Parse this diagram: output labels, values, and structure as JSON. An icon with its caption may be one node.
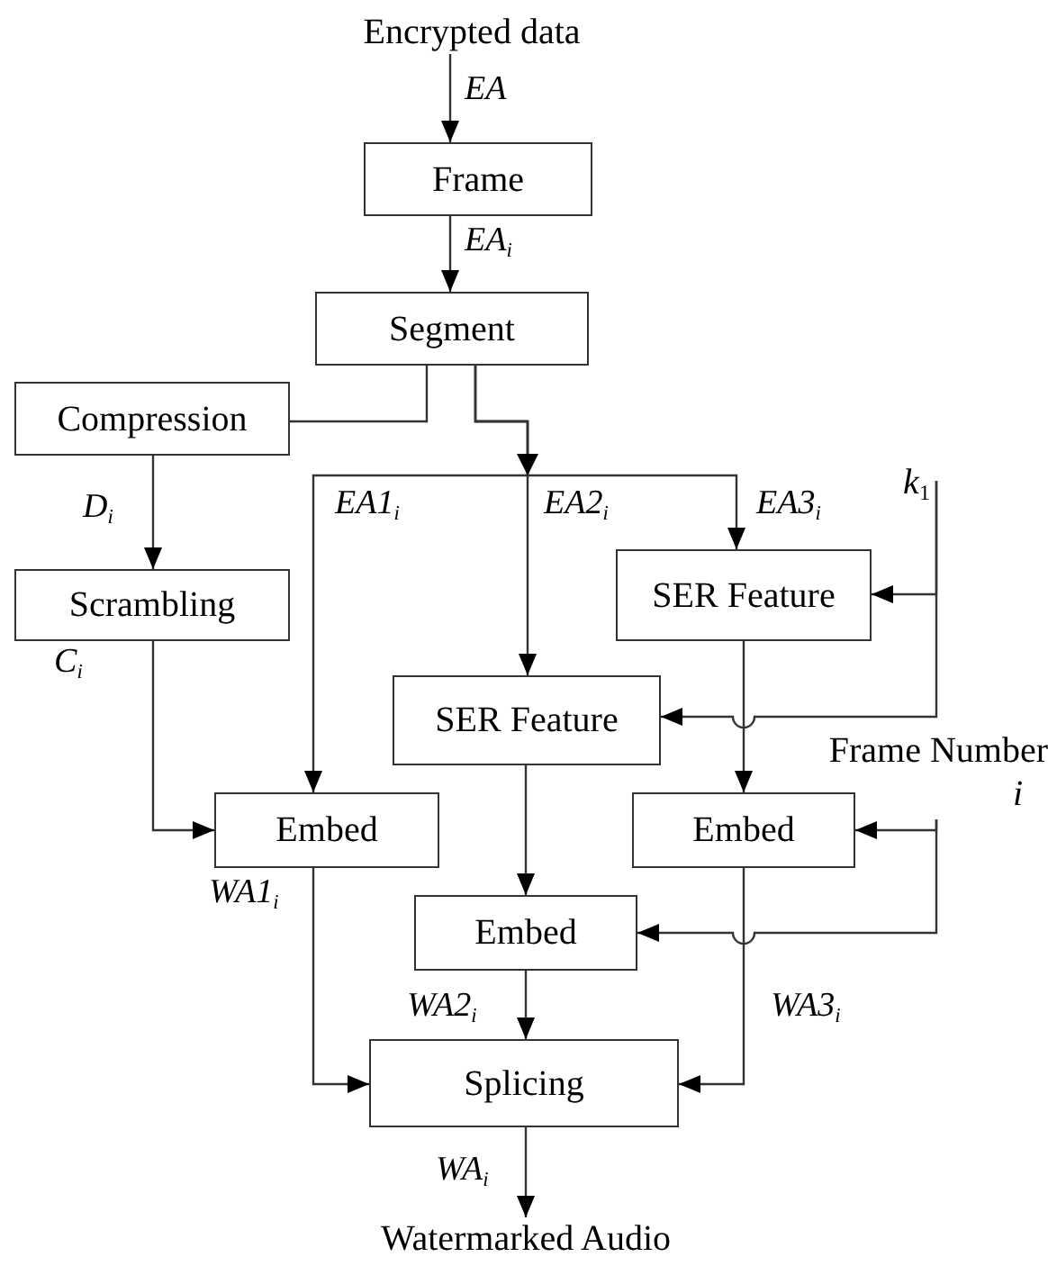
{
  "diagram": {
    "nodes": [
      {
        "text": [
          "Encrypted data"
        ]
      },
      {
        "text": [
          "Frame"
        ]
      },
      {
        "text": [
          "Segment"
        ]
      },
      {
        "text": [
          "Compression"
        ]
      },
      {
        "text": [
          "Scrambling"
        ]
      },
      {
        "text": [
          "SER Feature"
        ]
      },
      {
        "text": [
          "SER Feature"
        ]
      },
      {
        "text": [
          "Embed"
        ]
      },
      {
        "text": [
          "Embed"
        ]
      },
      {
        "text": [
          "Embed"
        ]
      },
      {
        "text": [
          "Splicing"
        ]
      },
      {
        "text": [
          "Watermarked Audio"
        ]
      },
      {
        "text": [
          "*k*$_{1}$"
        ]
      },
      {
        "text": [
          "Frame Number",
          "i"
        ]
      }
    ],
    "edges": [
      {
        "from": 0,
        "to": 1,
        "arrow": "to",
        "label": "EA"
      },
      {
        "from": 1,
        "to": 2,
        "arrow": "to",
        "label": "EA$_{i}$"
      },
      {
        "from": 2,
        "to": 3,
        "arrow": "none"
      },
      {
        "from": 2,
        "to": 7,
        "arrow": "to",
        "label": "EA1$_{i}$"
      },
      {
        "from": 2,
        "to": 6,
        "arrow": "to",
        "label": "EA2$_{i}$"
      },
      {
        "from": 2,
        "to": 5,
        "arrow": "to",
        "label": "EA3$_{i}$"
      },
      {
        "from": 3,
        "to": 4,
        "arrow": "to",
        "label": "D$_{i}$"
      },
      {
        "from": 4,
        "to": 7,
        "arrow": "to",
        "label": "C$_{i}$"
      },
      {
        "from": 12,
        "to": 5,
        "arrow": "to"
      },
      {
        "from": 12,
        "to": 6,
        "arrow": "to"
      },
      {
        "from": 5,
        "to": 8,
        "arrow": "to"
      },
      {
        "from": 13,
        "to": 8,
        "arrow": "to"
      },
      {
        "from": 13,
        "to": 9,
        "arrow": "to"
      },
      {
        "from": 6,
        "to": 9,
        "arrow": "to"
      },
      {
        "from": 7,
        "to": 10,
        "arrow": "to",
        "label": "WA1$_{i}$"
      },
      {
        "from": 9,
        "to": 10,
        "arrow": "to",
        "label": "WA2$_{i}$"
      },
      {
        "from": 8,
        "to": 10,
        "arrow": "to",
        "label": "WA3$_{i}$"
      },
      {
        "from": 10,
        "to": 11,
        "arrow": "to",
        "label": "WA$_{i}$"
      }
    ]
  }
}
